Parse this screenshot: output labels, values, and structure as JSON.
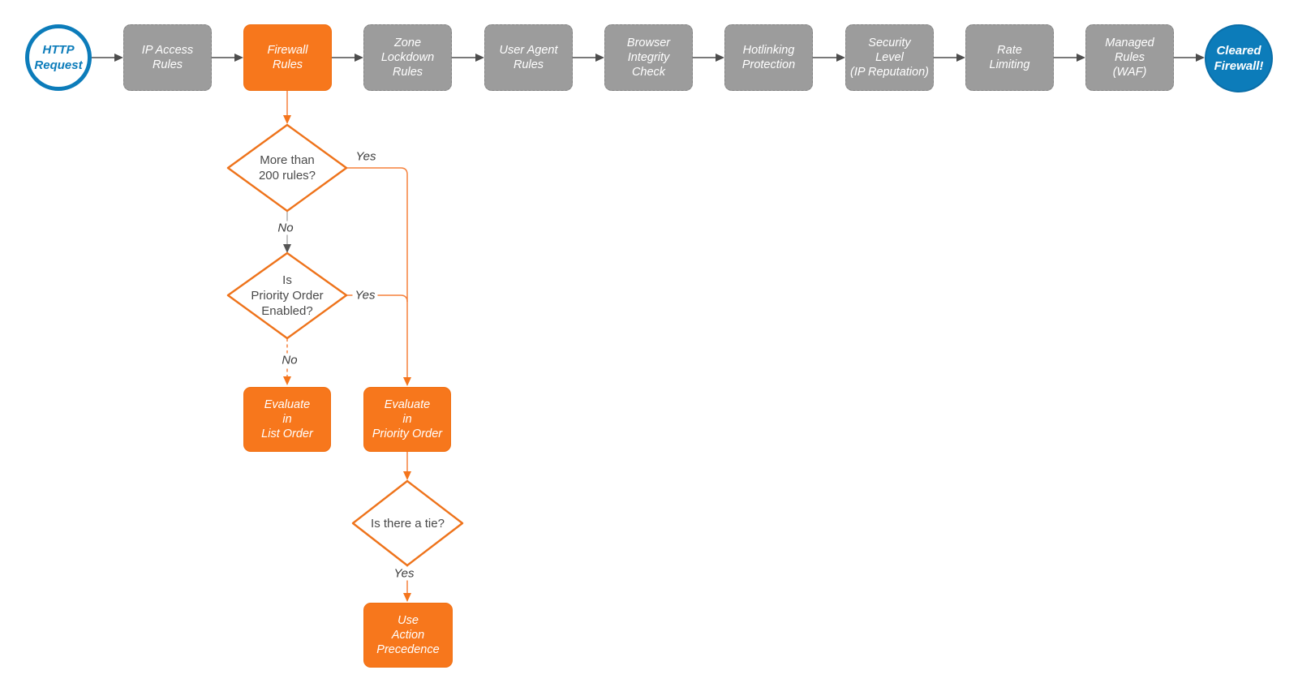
{
  "colors": {
    "accent_orange": "#F7771C",
    "node_gray": "#9C9C9C",
    "brand_blue": "#0C7CBA",
    "connector_dark": "#4D4D4D"
  },
  "nodes": {
    "start": "HTTP\nRequest",
    "end": "Cleared\nFirewall!",
    "steps": [
      "IP Access\nRules",
      "Firewall\nRules",
      "Zone\nLockdown\nRules",
      "User Agent\nRules",
      "Browser\nIntegrity\nCheck",
      "Hotlinking\nProtection",
      "Security\nLevel\n(IP Reputation)",
      "Rate\nLimiting",
      "Managed\nRules\n(WAF)"
    ],
    "decisions": {
      "more_rules": "More than\n200 rules?",
      "priority_enabled": "Is\nPriority Order\nEnabled?",
      "tie": "Is there a tie?"
    },
    "actions": {
      "list_order": "Evaluate\nin\nList Order",
      "priority_order": "Evaluate\nin\nPriority Order",
      "action_precedence": "Use\nAction\nPrecedence"
    }
  },
  "edge_labels": {
    "more_rules_yes": "Yes",
    "more_rules_no": "No",
    "priority_yes": "Yes",
    "priority_no": "No",
    "tie_yes": "Yes"
  }
}
